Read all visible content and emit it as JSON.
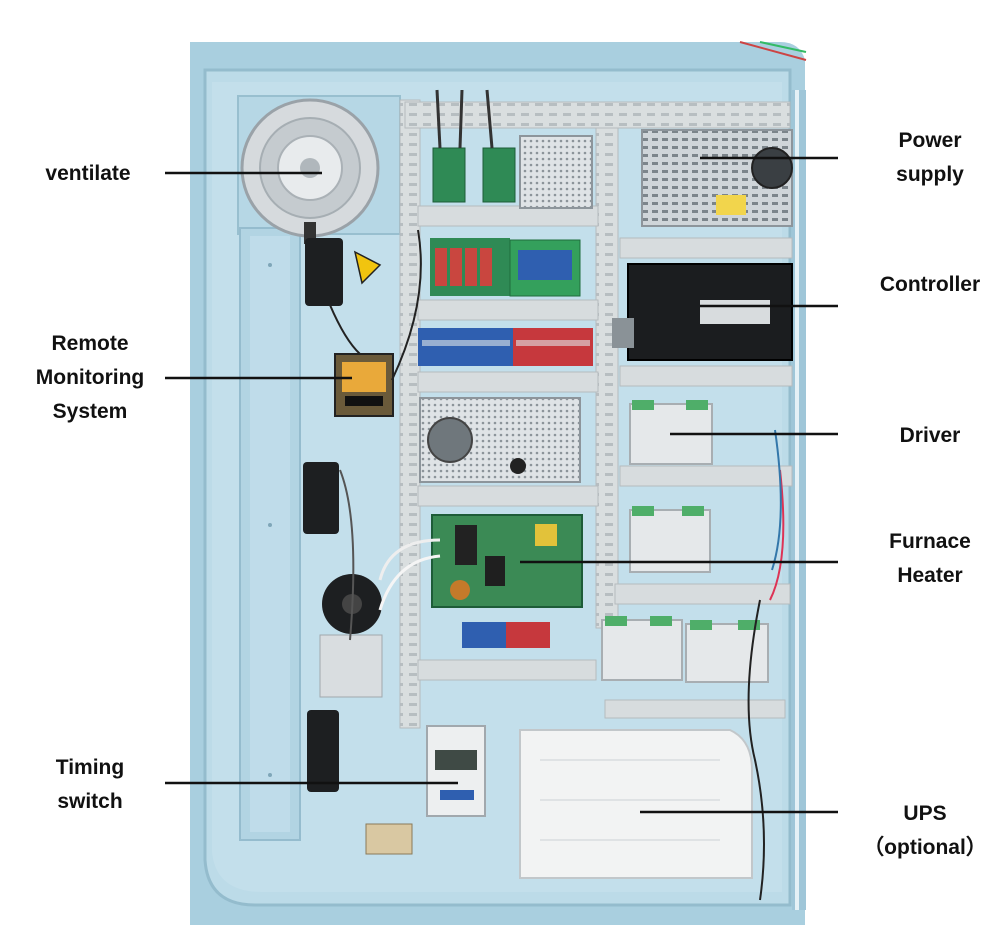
{
  "labels": {
    "ventilate": [
      "ventilate"
    ],
    "remote_monitoring": [
      "Remote",
      "Monitoring",
      "System"
    ],
    "timing_switch": [
      "Timing",
      "switch"
    ],
    "power_supply": [
      "Power",
      "supply"
    ],
    "controller": [
      "Controller"
    ],
    "driver": [
      "Driver"
    ],
    "furnace_heater": [
      "Furnace",
      "Heater"
    ],
    "ups": [
      "UPS",
      "（optional）"
    ]
  },
  "colors": {
    "cabinet": "#a9cfdf",
    "panel": "#c3dfeb",
    "rail": "#d7dcde",
    "pcb_green": "#2f8a55",
    "terminal_blue": "#2f5fb0",
    "terminal_red": "#c6383d",
    "label_text": "#111111"
  }
}
